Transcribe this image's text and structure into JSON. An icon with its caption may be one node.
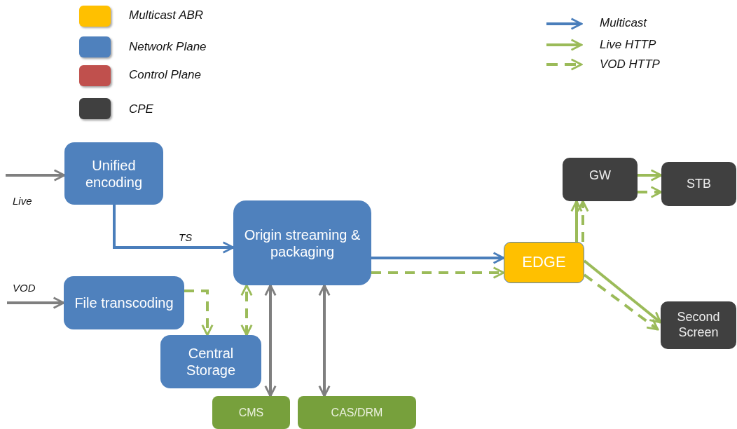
{
  "diagram": {
    "nodes": [
      {
        "text": [
          "Unified encoding"
        ]
      },
      {
        "text": [
          "Origin streaming & packaging"
        ]
      },
      {
        "text": [
          "File transcoding"
        ]
      },
      {
        "text": [
          "Central Storage"
        ]
      },
      {
        "text": [
          "CMS"
        ]
      },
      {
        "text": [
          "CAS/DRM"
        ]
      },
      {
        "text": [
          "EDGE"
        ]
      },
      {
        "text": [
          "GW"
        ]
      },
      {
        "text": [
          "STB"
        ]
      },
      {
        "text": [
          "Second Screen"
        ]
      }
    ],
    "edges": [
      {
        "from": null,
        "to": 0,
        "arrow": "to",
        "label": "Live",
        "color": "#7f7f7f"
      },
      {
        "from": null,
        "to": 2,
        "arrow": "to",
        "label": "VOD",
        "color": "#7f7f7f"
      },
      {
        "from": 0,
        "to": 1,
        "arrow": "to",
        "label": "TS",
        "color": "#4a7ebb"
      },
      {
        "from": 1,
        "to": 6,
        "arrow": "to",
        "color": "#4a7ebb"
      },
      {
        "from": 2,
        "to": 3,
        "arrow": "to",
        "style": "dashed"
      },
      {
        "from": 3,
        "to": 1,
        "arrow": "both",
        "style": "dashed"
      },
      {
        "from": 1,
        "to": 4,
        "arrow": "both",
        "color": "#7f7f7f"
      },
      {
        "from": 1,
        "to": 5,
        "arrow": "both",
        "color": "#7f7f7f"
      },
      {
        "from": 1,
        "to": 6,
        "arrow": "to",
        "style": "dashed"
      },
      {
        "from": 6,
        "to": 7,
        "arrow": "to"
      },
      {
        "from": 6,
        "to": 7,
        "arrow": "to",
        "style": "dashed"
      },
      {
        "from": 7,
        "to": 8,
        "arrow": "to"
      },
      {
        "from": 7,
        "to": 8,
        "arrow": "to",
        "style": "dashed"
      },
      {
        "from": 6,
        "to": 9,
        "arrow": "to"
      },
      {
        "from": 6,
        "to": 9,
        "arrow": "to",
        "style": "dashed"
      }
    ],
    "legend": [
      {
        "text": "Multicast ABR",
        "color": "#ffc000"
      },
      {
        "text": "Network Plane",
        "color": "#4f81bd"
      },
      {
        "text": "Control Plane",
        "color": "#c0504d"
      },
      {
        "text": "CPE",
        "color": "#404040"
      },
      {
        "text": "Multicast"
      },
      {
        "text": "Live HTTP"
      },
      {
        "text": "VOD HTTP"
      }
    ]
  }
}
